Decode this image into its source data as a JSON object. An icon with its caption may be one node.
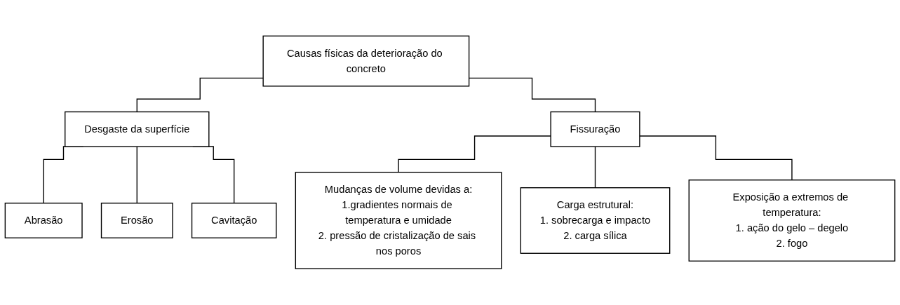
{
  "diagram": {
    "nodes": [
      {
        "text": [
          "Causas físicas da deterioração do concreto"
        ]
      },
      {
        "text": [
          "Desgaste da superfície"
        ]
      },
      {
        "text": [
          "Fissuração"
        ]
      },
      {
        "text": [
          "Abrasão"
        ]
      },
      {
        "text": [
          "Erosão"
        ]
      },
      {
        "text": [
          "Cavitação"
        ]
      },
      {
        "text": [
          "Mudanças de volume devidas a:",
          "1.gradientes normais de temperatura e umidade",
          "2. pressão de cristalização de sais nos poros"
        ]
      },
      {
        "text": [
          "Carga estrutural:",
          "1. sobrecarga e impacto",
          "2. carga sílica"
        ]
      },
      {
        "text": [
          "Exposição a extremos de temperatura:",
          "1. ação do gelo – degelo",
          "2. fogo"
        ]
      }
    ],
    "edges": [
      {
        "from": 0,
        "to": 1,
        "arrow": "none"
      },
      {
        "from": 0,
        "to": 2,
        "arrow": "none"
      },
      {
        "from": 1,
        "to": 3,
        "arrow": "none"
      },
      {
        "from": 1,
        "to": 4,
        "arrow": "none"
      },
      {
        "from": 1,
        "to": 5,
        "arrow": "none"
      },
      {
        "from": 2,
        "to": 6,
        "arrow": "none"
      },
      {
        "from": 2,
        "to": 7,
        "arrow": "none"
      },
      {
        "from": 2,
        "to": 8,
        "arrow": "none"
      }
    ]
  }
}
